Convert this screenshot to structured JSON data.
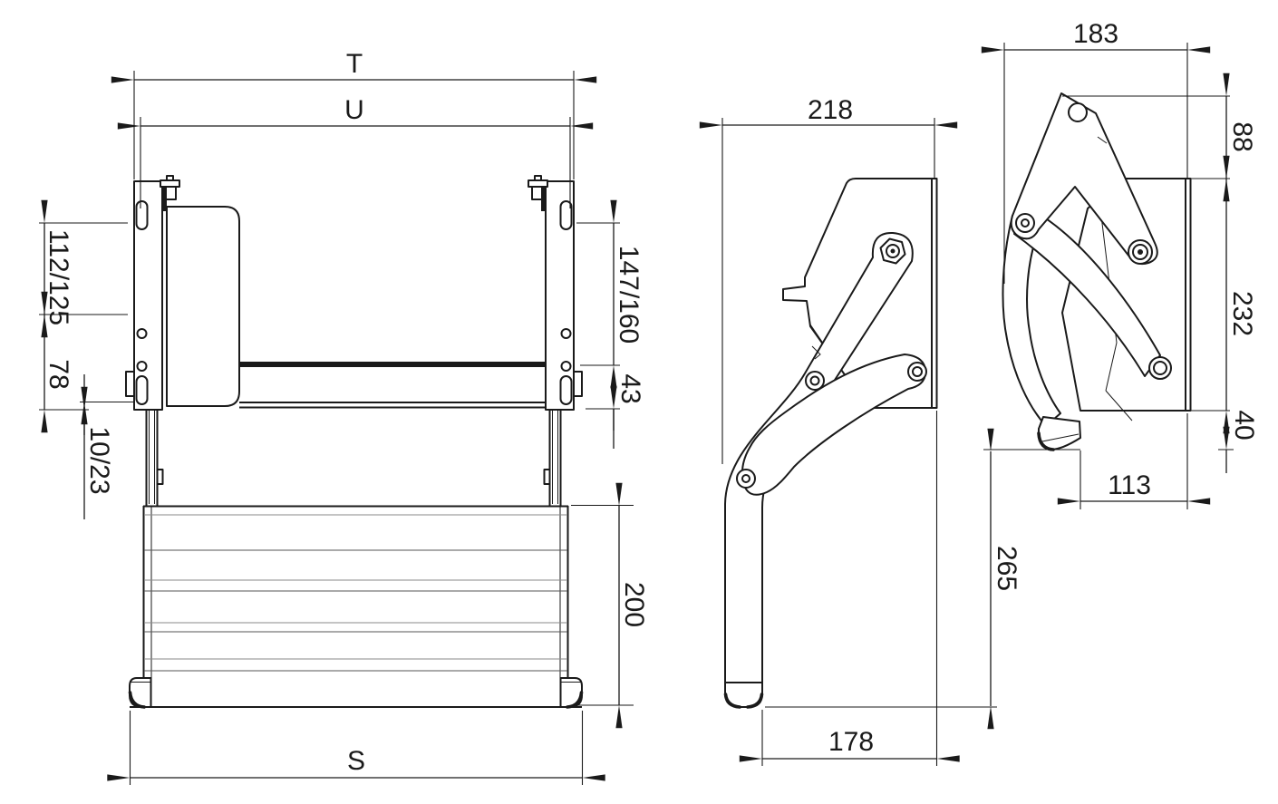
{
  "drawing": {
    "type": "technical-dimension-drawing",
    "subject": "Fold-out single entry step - three orthographic views",
    "background": "#ffffff",
    "line_color": "#1a1a1a",
    "front_view": {
      "dims": {
        "overall_width_top": "T",
        "mount_hole_spacing": "U",
        "step_width_bottom": "S",
        "left_upper_offset": "112/125",
        "left_lower_offset": "78",
        "left_gap": "10/23",
        "right_upper_offset": "147/160",
        "right_lower_offset": "43",
        "tread_height": "200"
      }
    },
    "side_view_extended": {
      "dims": {
        "mount_depth": "218",
        "step_protrusion": "178"
      }
    },
    "side_view_folded": {
      "dims": {
        "folded_width": "183",
        "arm_top_offset": "88",
        "bracket_height": "232",
        "bottom_overhang": "40",
        "folded_depth": "113",
        "ground_clearance": "265"
      }
    }
  }
}
